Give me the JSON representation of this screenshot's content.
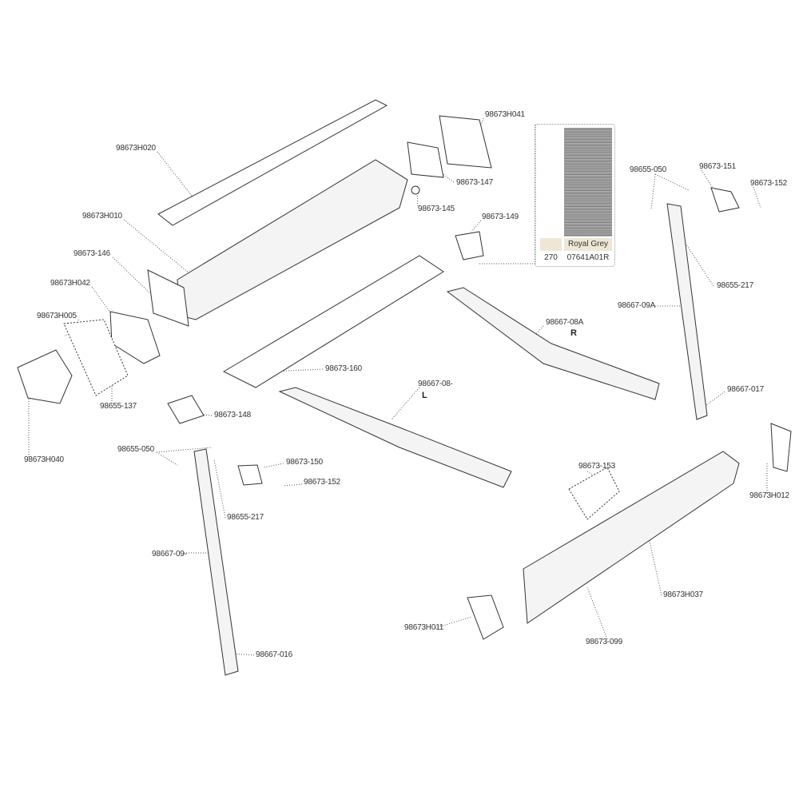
{
  "labels": {
    "l1": "98673H020",
    "l2": "98673H010",
    "l3": "98673-146",
    "l4": "98673H042",
    "l5": "98673H005",
    "l6": "98655-137",
    "l7": "98673H040",
    "l8": "98673H041",
    "l9": "98673-147",
    "l10": "98673-145",
    "l11": "98673-149",
    "l12": "98673-160",
    "l13": "98673-148",
    "l14": "98667-08A",
    "l14b": "R",
    "l15": "98667-08-",
    "l15b": "L",
    "l16": "98655-050",
    "l17": "98673-151",
    "l18": "98673-152",
    "l19": "98655-217",
    "l20": "98667-09A",
    "l21": "98667-017",
    "l22": "98655-050",
    "l23": "98673-150",
    "l24": "98673-152",
    "l25": "98655-217",
    "l26": "98667-09-",
    "l27": "98667-016",
    "l28": "98673-153",
    "l29": "98673H012",
    "l30": "98673H037",
    "l31": "98673H011",
    "l32": "98673-099"
  },
  "swatch": {
    "size": "270",
    "color_name": "Royal Grey",
    "code": "07641A01R",
    "header_color": "#efe6d6"
  }
}
